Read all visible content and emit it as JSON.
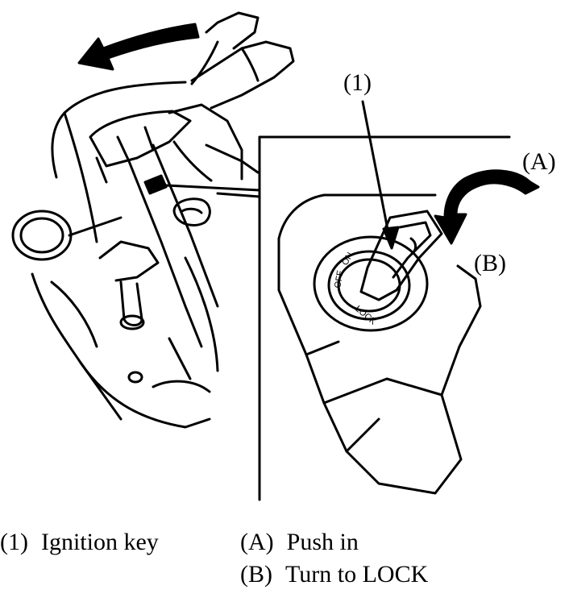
{
  "callouts": {
    "one": "(1)",
    "a": "(A)",
    "b": "(B)"
  },
  "switch_markings": {
    "on": "ON",
    "off": "OFF",
    "lock": "LOCK"
  },
  "legend": {
    "items": [
      {
        "code": "(1)",
        "text": "Ignition key"
      },
      {
        "code": "(A)",
        "text": "Push in"
      },
      {
        "code": "(B)",
        "text": "Turn to LOCK"
      }
    ]
  }
}
